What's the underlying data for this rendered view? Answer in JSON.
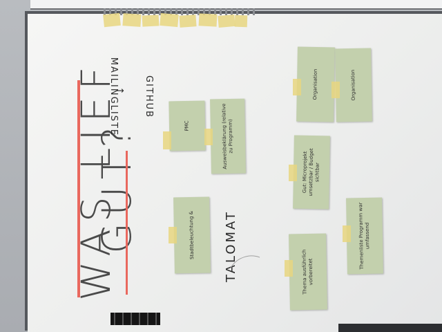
{
  "board": {
    "title_line1": "WAS LIEF",
    "title_line2": "GUT?",
    "side_note_top": "MAILINGLISTE",
    "side_note_arrow": "↓",
    "side_note_bottom": "GITHUB",
    "center_label": "TALOMAT"
  },
  "notes": [
    {
      "text": "PMC"
    },
    {
      "text": "Ausweisbeklärung (relative zu Programm)"
    },
    {
      "text": "Organisation"
    },
    {
      "text": "Organisation"
    },
    {
      "text": "Gut: Microprojekt umsetzbar / Budget sichtbar"
    },
    {
      "text": "Stadtbeleuchtung &"
    },
    {
      "text": "Thema ausführlich vorbereitet"
    },
    {
      "text": "Themenliste Programm war umfassend"
    }
  ]
}
